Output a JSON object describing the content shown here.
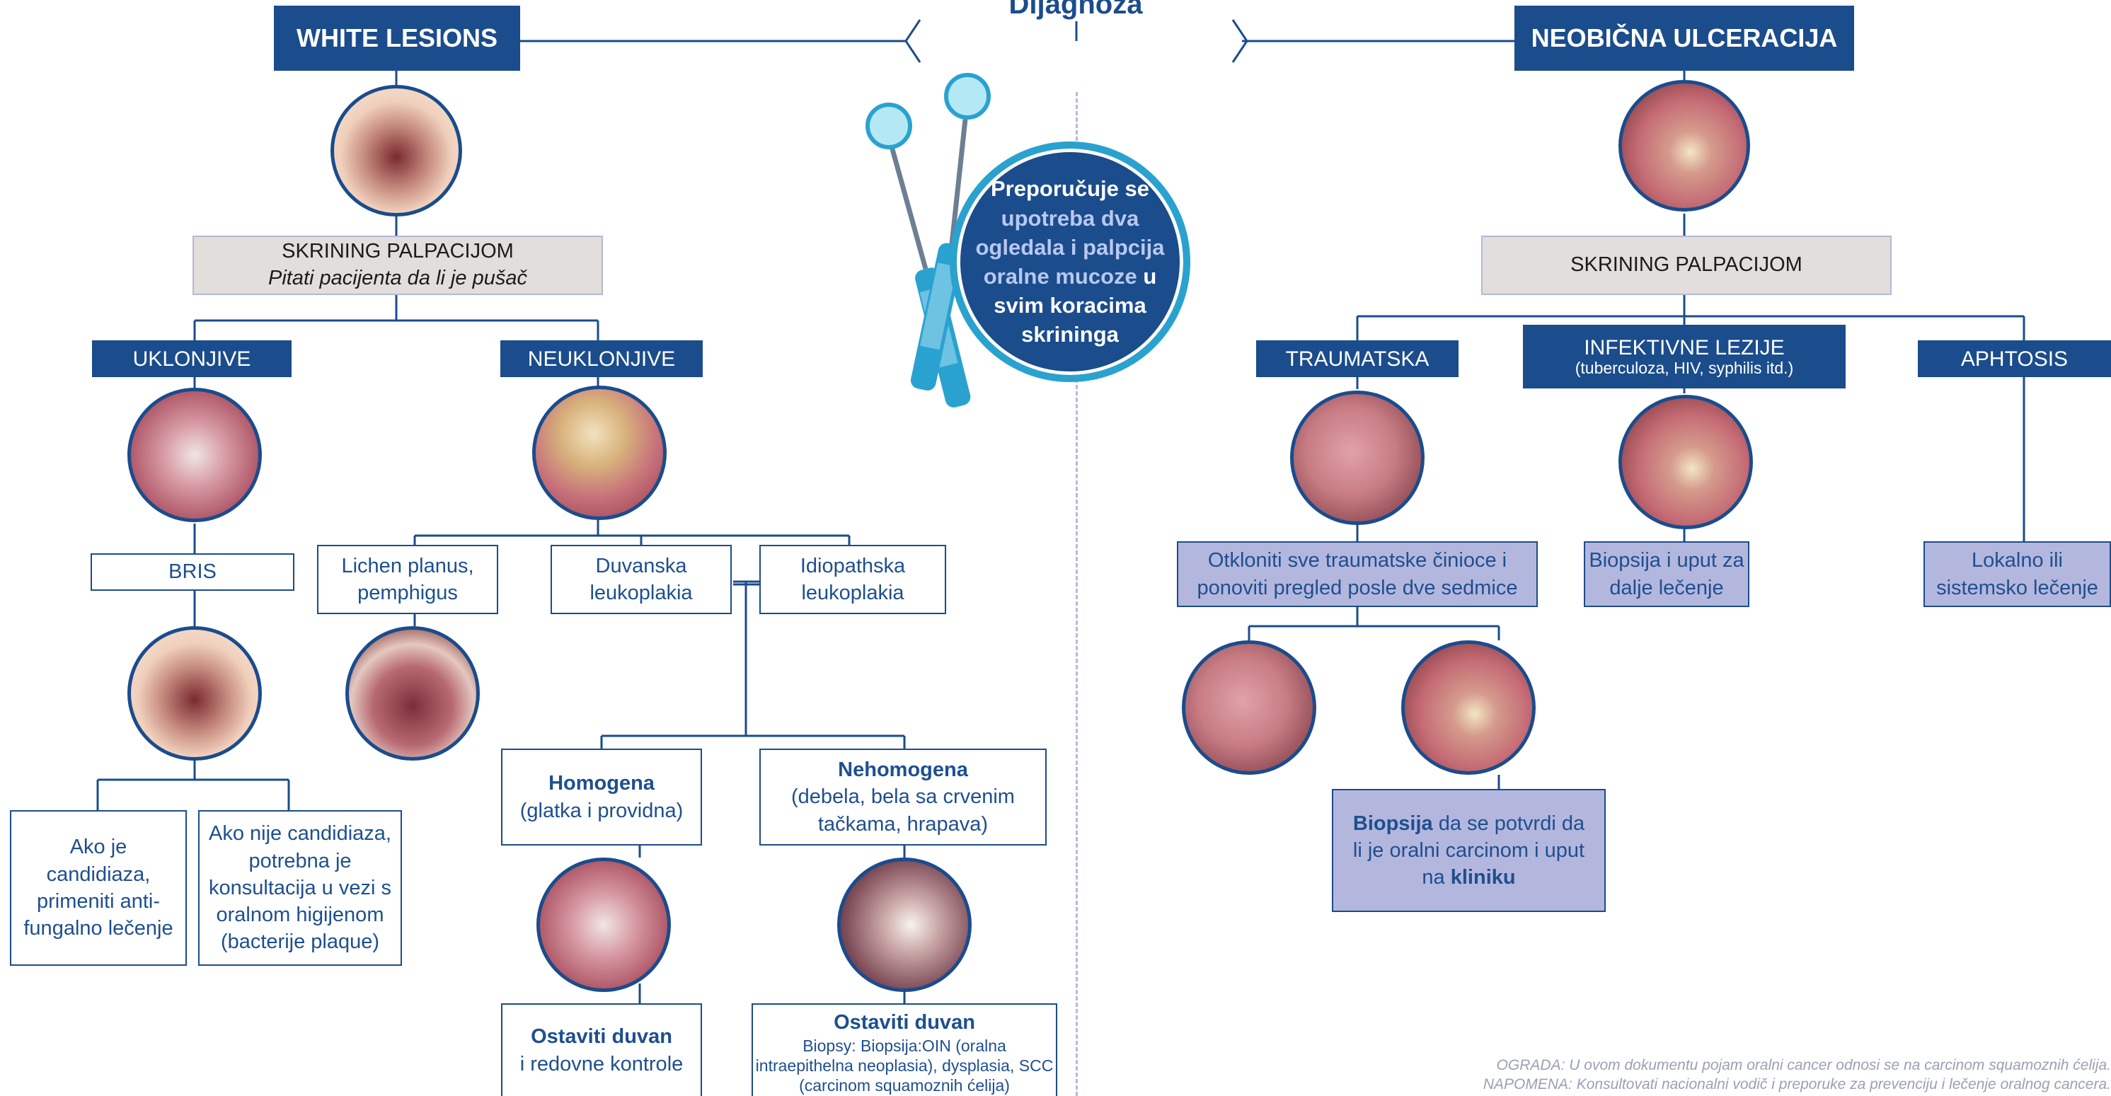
{
  "top_title": "Dijagnoza",
  "left": {
    "header": "WHITE LESIONS",
    "screening": "SKRINING PALPACIJOM",
    "screening_note": "Pitati pacijenta da li je pušač",
    "removable": "UKLONJIVE",
    "nonremovable": "NEUKLONJIVE",
    "swab": "BRIS",
    "candida_yes": "Ako je candidiaza, primeniti anti-fungalno lečenje",
    "candida_no": "Ako nije candidiaza, potrebna je konsultacija u vezi s oralnom higijenom (bacterije plaque)",
    "lichen": "Lichen planus, pemphigus",
    "tobacco_leuko": "Duvanska leukoplakia",
    "idiopathic_leuko": "Idiopathska leukoplakia",
    "homogeneous_title": "Homogena",
    "homogeneous_desc": "(glatka i providna)",
    "nonhomogeneous_title": "Nehomogena",
    "nonhomogeneous_desc": "(debela, bela sa crvenim tačkama, hrapava)",
    "stop_tobacco_1_bold": "Ostaviti duvan",
    "stop_tobacco_1_rest": "i redovne kontrole",
    "stop_tobacco_2_bold": "Ostaviti duvan",
    "stop_tobacco_2_rest": "Biopsy: Biopsija:OIN (oralna intraepithelna neoplasia), dysplasia, SCC (carcinom squamoznih ćelija)"
  },
  "center": {
    "recommendation_pre": "Preporučuje se ",
    "recommendation_highlight": "upotreba dva ogledala i palpcija oralne mucoze",
    "recommendation_post": " u svim koracima skrininga"
  },
  "right": {
    "header": "NEOBIČNA ULCERACIJA",
    "screening": "SKRINING PALPACIJOM",
    "traumatic": "TRAUMATSKA",
    "infective": "INFEKTIVNE LEZIJE",
    "infective_note": "(tuberculoza, HIV, syphilis itd.)",
    "aphthosis": "APHTOSIS",
    "trauma_action": "Otkloniti sve traumatske činioce i ponoviti pregled posle dve sedmice",
    "infective_action": "Biopsija i uput za dalje lečenje",
    "aphthosis_action": "Lokalno ili sistemsko lečenje",
    "biopsy_bold": "Biopsija",
    "biopsy_mid": " da se potvrdi da li je oralni carcinom i uput na ",
    "biopsy_clinic": "kliniku"
  },
  "footer": {
    "line1": "OGRADA: U ovom dokumentu pojam oralni cancer odnosi se na carcinom squamoznih ćelija.",
    "line2": "NAPOMENA: Konsultovati nacionalni vodič i preporuke za prevenciju i lečenje oralnog cancera."
  },
  "colors": {
    "navy": "#1b4c8c",
    "gray_box": "#e2dedb",
    "purple_box": "#b4b7dd",
    "accent_blue": "#1f8fc8",
    "highlight_text": "#b8c8f0"
  },
  "icons": [
    "dental-mirror-icon",
    "dental-mirror-icon"
  ]
}
